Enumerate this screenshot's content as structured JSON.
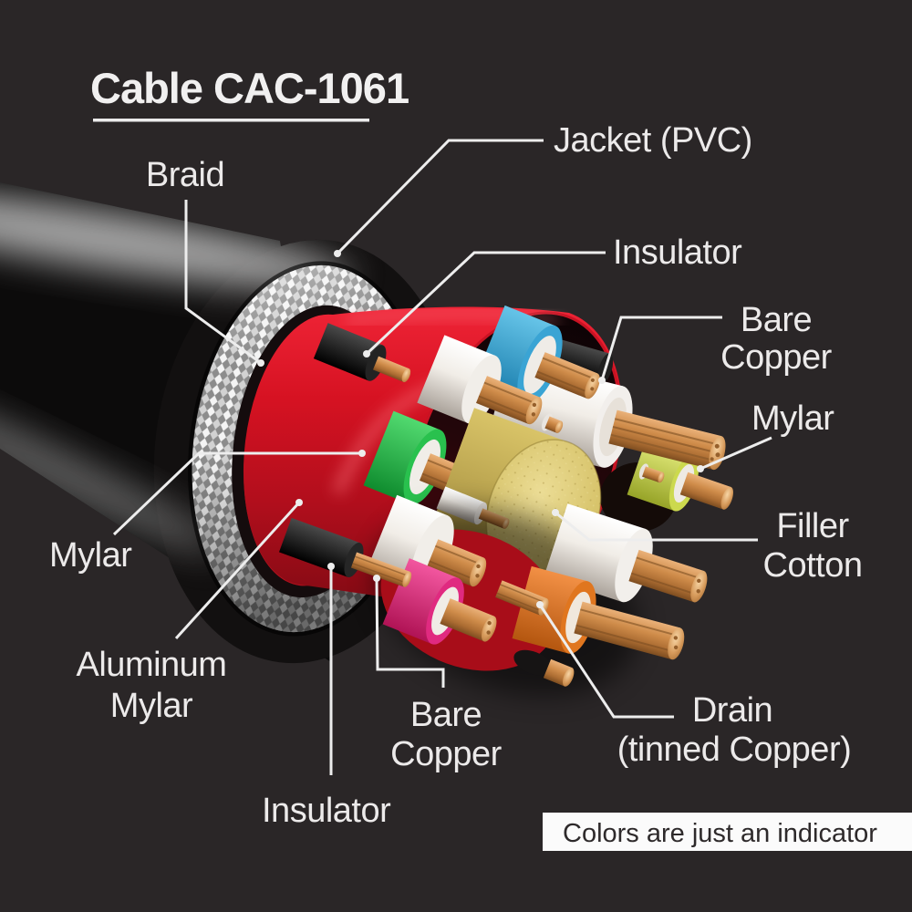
{
  "title": "Cable CAC-1061",
  "note": "Colors are just an indicator",
  "labels": {
    "jacket": "Jacket (PVC)",
    "braid": "Braid",
    "insulator_top": "Insulator",
    "bare_copper_top": {
      "line1": "Bare",
      "line2": "Copper"
    },
    "mylar_right": "Mylar",
    "filler_cotton": {
      "line1": "Filler",
      "line2": "Cotton"
    },
    "mylar_left": "Mylar",
    "aluminum_mylar": {
      "line1": "Aluminum",
      "line2": "Mylar"
    },
    "bare_copper_bottom": {
      "line1": "Bare",
      "line2": "Copper"
    },
    "insulator_bottom": "Insulator",
    "drain": {
      "line1": "Drain",
      "line2": "(tinned Copper)"
    }
  },
  "palette": {
    "background": "#2a2627",
    "label_text": "#eceaea",
    "note_text": "#2e2a2b",
    "note_bar": "#fbfbfb",
    "jacket_black": "#0c0b0b",
    "braid_silver": "#d9d9d9",
    "shield_red": "#d41526",
    "copper": "#c08648",
    "filler_yellow": "#d6c26b",
    "insulator_white": "#f1ede7",
    "pair_blue": "#3aa4d4",
    "pair_green": "#29c14e",
    "pair_pink": "#e02a80",
    "pair_orange": "#e0761f",
    "pair_chartreuse": "#ccd94e"
  }
}
